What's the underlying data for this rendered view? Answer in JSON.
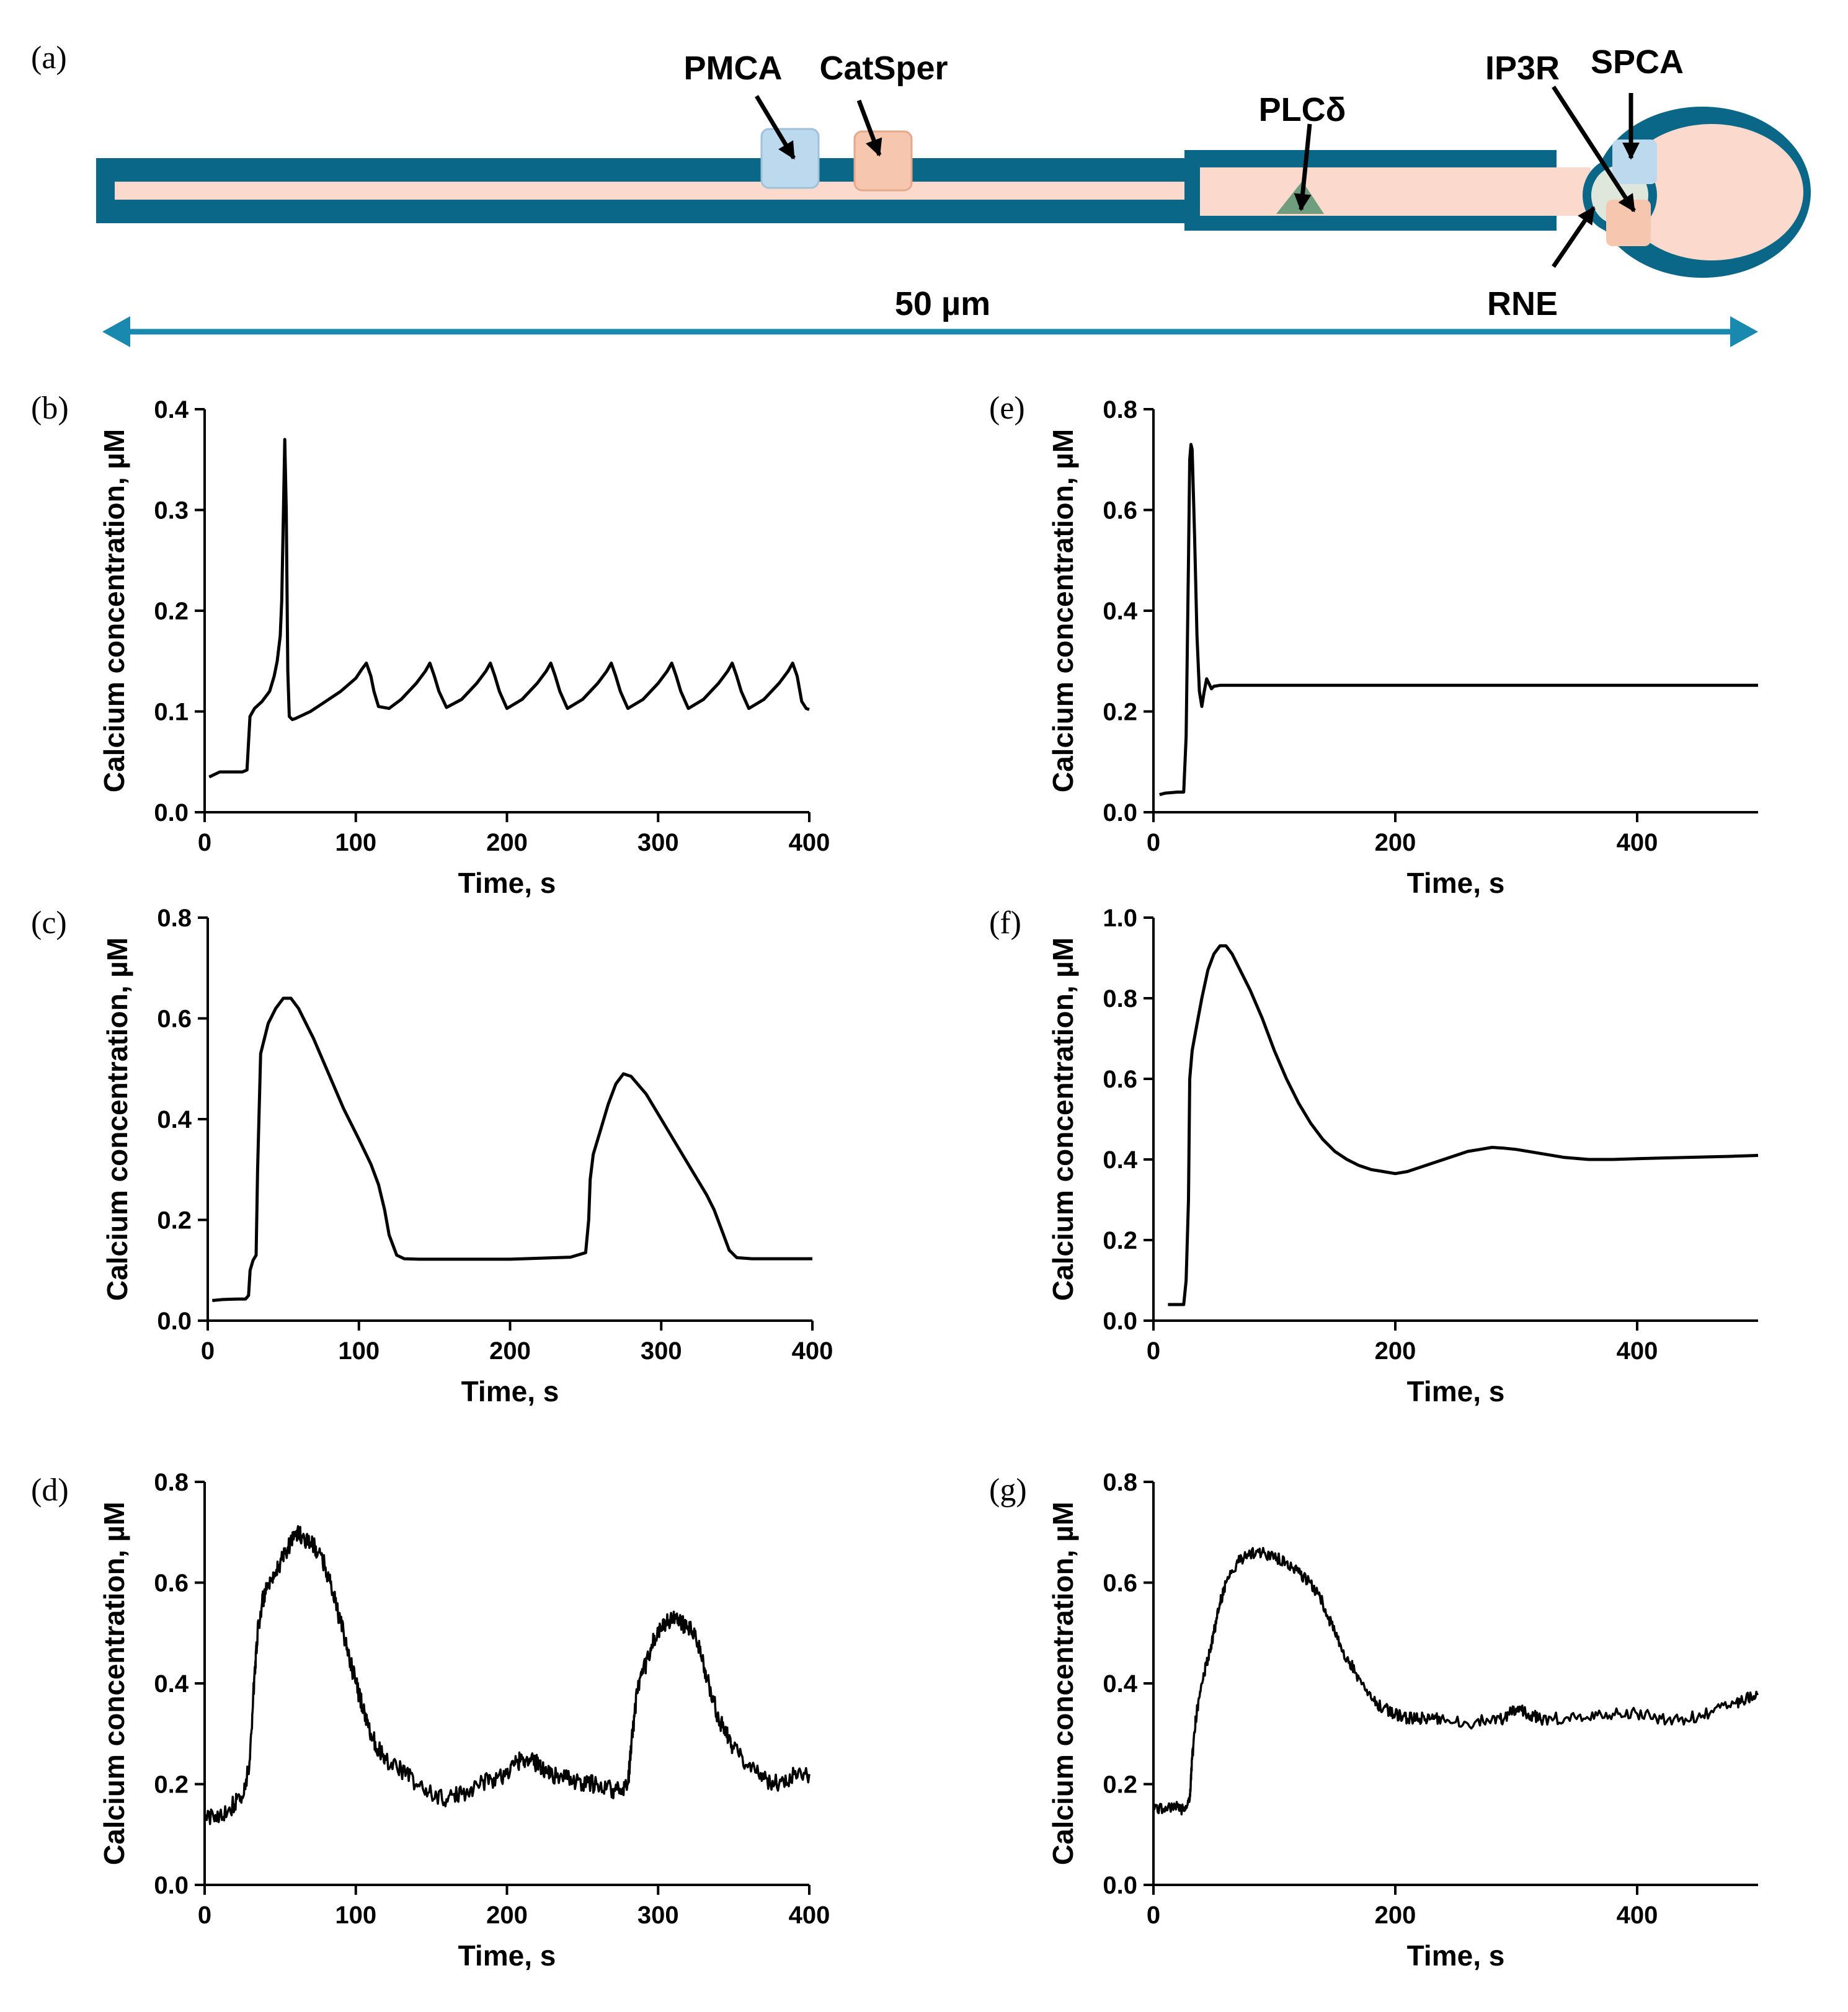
{
  "panel_letters": {
    "a": "(a)",
    "b": "(b)",
    "c": "(c)",
    "d": "(d)",
    "e": "(e)",
    "f": "(f)",
    "g": "(g)"
  },
  "diagram": {
    "labels": {
      "pmca": "PMCA",
      "catsper": "CatSper",
      "plc": "PLCδ",
      "ip3r": "IP3R",
      "spca": "SPCA",
      "rne": "RNE"
    },
    "scale_label": "50 µm",
    "colors": {
      "membrane": "#0b6787",
      "cytoplasm": "#fbd9cc",
      "pmca": "#bcd9ee",
      "catsper": "#f6c7ae",
      "plc": "#6f9e7f",
      "rne": "#dfe7dd",
      "arrow": "#1a89b0"
    }
  },
  "chart_data": [
    {
      "id": "b",
      "type": "line",
      "xlabel": "Time, s",
      "ylabel": "Calcium concentration, µM",
      "xlim": [
        0,
        400
      ],
      "ylim": [
        0,
        0.4
      ],
      "xticks": [
        0,
        100,
        200,
        300,
        400
      ],
      "yticks": [
        "0.0",
        "0.1",
        "0.2",
        "0.3",
        "0.4"
      ],
      "x": [
        3,
        10,
        20,
        25,
        28,
        30,
        33,
        38,
        43,
        46,
        48,
        50,
        51,
        52,
        53,
        54,
        55,
        56,
        58,
        60,
        70,
        80,
        90,
        100,
        104,
        107,
        110,
        112,
        115,
        122,
        130,
        140,
        146,
        149,
        152,
        155,
        160,
        170,
        180,
        186,
        189,
        192,
        195,
        200,
        210,
        220,
        226,
        229,
        232,
        235,
        240,
        250,
        260,
        266,
        269,
        272,
        275,
        280,
        290,
        300,
        306,
        309,
        312,
        315,
        320,
        330,
        340,
        346,
        349,
        352,
        355,
        360,
        370,
        380,
        386,
        389,
        392,
        395,
        398,
        400
      ],
      "y": [
        0.035,
        0.04,
        0.04,
        0.04,
        0.042,
        0.095,
        0.103,
        0.11,
        0.12,
        0.135,
        0.15,
        0.175,
        0.21,
        0.29,
        0.37,
        0.3,
        0.14,
        0.095,
        0.092,
        0.093,
        0.1,
        0.11,
        0.12,
        0.133,
        0.142,
        0.148,
        0.135,
        0.12,
        0.105,
        0.103,
        0.112,
        0.128,
        0.14,
        0.148,
        0.135,
        0.12,
        0.104,
        0.112,
        0.128,
        0.14,
        0.148,
        0.135,
        0.12,
        0.103,
        0.112,
        0.128,
        0.14,
        0.148,
        0.135,
        0.12,
        0.103,
        0.112,
        0.128,
        0.14,
        0.148,
        0.135,
        0.12,
        0.103,
        0.112,
        0.128,
        0.14,
        0.148,
        0.135,
        0.12,
        0.103,
        0.112,
        0.128,
        0.14,
        0.148,
        0.135,
        0.12,
        0.103,
        0.112,
        0.128,
        0.14,
        0.148,
        0.135,
        0.11,
        0.103,
        0.102
      ]
    },
    {
      "id": "c",
      "type": "line",
      "xlabel": "Time, s",
      "ylabel": "Calcium concentration, µM",
      "xlim": [
        0,
        400
      ],
      "ylim": [
        0,
        0.8
      ],
      "xticks": [
        0,
        100,
        200,
        300,
        400
      ],
      "yticks": [
        "0.0",
        "0.2",
        "0.4",
        "0.6",
        "0.8"
      ],
      "x": [
        3,
        10,
        20,
        25,
        27,
        28,
        30,
        32,
        33,
        35,
        40,
        45,
        50,
        55,
        60,
        70,
        80,
        90,
        100,
        108,
        113,
        117,
        120,
        125,
        130,
        140,
        160,
        200,
        240,
        250,
        252,
        253,
        255,
        260,
        265,
        270,
        275,
        280,
        290,
        300,
        310,
        320,
        330,
        335,
        340,
        345,
        350,
        360,
        380,
        400
      ],
      "y": [
        0.04,
        0.042,
        0.043,
        0.043,
        0.05,
        0.1,
        0.12,
        0.13,
        0.3,
        0.53,
        0.59,
        0.62,
        0.64,
        0.64,
        0.62,
        0.56,
        0.49,
        0.42,
        0.36,
        0.31,
        0.27,
        0.22,
        0.17,
        0.13,
        0.123,
        0.122,
        0.122,
        0.122,
        0.126,
        0.135,
        0.2,
        0.28,
        0.33,
        0.38,
        0.43,
        0.47,
        0.49,
        0.485,
        0.45,
        0.4,
        0.35,
        0.3,
        0.25,
        0.22,
        0.18,
        0.14,
        0.125,
        0.123,
        0.123,
        0.123
      ]
    },
    {
      "id": "d",
      "type": "line",
      "xlabel": "Time, s",
      "ylabel": "Calcium concentration, µM",
      "xlim": [
        0,
        400
      ],
      "ylim": [
        0,
        0.8
      ],
      "xticks": [
        0,
        100,
        200,
        300,
        400
      ],
      "yticks": [
        "0.0",
        "0.2",
        "0.4",
        "0.6",
        "0.8"
      ],
      "x": [
        0,
        10,
        20,
        26,
        30,
        33,
        35,
        38,
        40,
        45,
        50,
        55,
        60,
        65,
        70,
        75,
        80,
        85,
        90,
        95,
        100,
        105,
        110,
        115,
        120,
        130,
        140,
        150,
        160,
        170,
        180,
        190,
        200,
        205,
        210,
        215,
        220,
        225,
        230,
        240,
        250,
        260,
        270,
        275,
        280,
        283,
        286,
        290,
        295,
        300,
        305,
        310,
        315,
        320,
        325,
        330,
        335,
        340,
        345,
        350,
        360,
        370,
        380,
        390,
        400
      ],
      "y": [
        0.13,
        0.14,
        0.16,
        0.18,
        0.25,
        0.42,
        0.5,
        0.56,
        0.58,
        0.6,
        0.64,
        0.67,
        0.7,
        0.69,
        0.68,
        0.66,
        0.63,
        0.58,
        0.52,
        0.46,
        0.4,
        0.35,
        0.3,
        0.27,
        0.25,
        0.23,
        0.2,
        0.18,
        0.17,
        0.18,
        0.2,
        0.21,
        0.22,
        0.24,
        0.25,
        0.25,
        0.24,
        0.23,
        0.22,
        0.21,
        0.2,
        0.2,
        0.19,
        0.19,
        0.2,
        0.3,
        0.38,
        0.42,
        0.47,
        0.5,
        0.52,
        0.53,
        0.52,
        0.51,
        0.49,
        0.44,
        0.38,
        0.33,
        0.3,
        0.27,
        0.24,
        0.21,
        0.2,
        0.22,
        0.22
      ],
      "noise": 0.018
    },
    {
      "id": "e",
      "type": "line",
      "xlabel": "Time, s",
      "ylabel": "Calcium concentration, µM",
      "xlim": [
        0,
        500
      ],
      "ylim": [
        0,
        0.8
      ],
      "xticks": [
        0,
        200,
        400
      ],
      "yticks": [
        "0.0",
        "0.2",
        "0.4",
        "0.6",
        "0.8"
      ],
      "x": [
        5,
        10,
        20,
        25,
        27,
        29,
        30,
        31,
        32,
        34,
        36,
        38,
        40,
        42,
        44,
        46,
        48,
        50,
        55,
        60,
        80,
        100,
        200,
        300,
        400,
        500
      ],
      "y": [
        0.035,
        0.038,
        0.04,
        0.04,
        0.15,
        0.5,
        0.7,
        0.73,
        0.72,
        0.55,
        0.35,
        0.24,
        0.21,
        0.24,
        0.265,
        0.255,
        0.245,
        0.25,
        0.252,
        0.252,
        0.252,
        0.252,
        0.252,
        0.252,
        0.252,
        0.252
      ]
    },
    {
      "id": "f",
      "type": "line",
      "xlabel": "Time, s",
      "ylabel": "Calcium concentration, µM",
      "xlim": [
        0,
        500
      ],
      "ylim": [
        0,
        1.0
      ],
      "xticks": [
        0,
        200,
        400
      ],
      "yticks": [
        "0.0",
        "0.2",
        "0.4",
        "0.6",
        "0.8",
        "1.0"
      ],
      "x": [
        12,
        20,
        25,
        27,
        29,
        30,
        32,
        35,
        40,
        45,
        50,
        55,
        60,
        65,
        70,
        80,
        90,
        100,
        110,
        120,
        130,
        140,
        150,
        160,
        170,
        180,
        190,
        200,
        210,
        220,
        230,
        240,
        250,
        260,
        270,
        280,
        290,
        300,
        320,
        340,
        360,
        380,
        400,
        440,
        480,
        500
      ],
      "y": [
        0.04,
        0.04,
        0.04,
        0.1,
        0.3,
        0.6,
        0.67,
        0.72,
        0.8,
        0.87,
        0.91,
        0.93,
        0.93,
        0.91,
        0.88,
        0.82,
        0.75,
        0.67,
        0.6,
        0.54,
        0.49,
        0.45,
        0.42,
        0.4,
        0.385,
        0.375,
        0.37,
        0.365,
        0.37,
        0.38,
        0.39,
        0.4,
        0.41,
        0.42,
        0.425,
        0.43,
        0.428,
        0.425,
        0.415,
        0.405,
        0.4,
        0.4,
        0.402,
        0.405,
        0.408,
        0.41
      ]
    },
    {
      "id": "g",
      "type": "line",
      "xlabel": "Time, s",
      "ylabel": "Calcium concentration, µM",
      "xlim": [
        0,
        500
      ],
      "ylim": [
        0,
        0.8
      ],
      "xticks": [
        0,
        200,
        400
      ],
      "yticks": [
        "0.0",
        "0.2",
        "0.4",
        "0.6",
        "0.8"
      ],
      "x": [
        0,
        10,
        20,
        25,
        30,
        32,
        35,
        40,
        45,
        50,
        55,
        60,
        70,
        80,
        90,
        100,
        110,
        120,
        130,
        140,
        150,
        160,
        170,
        180,
        190,
        200,
        210,
        220,
        230,
        240,
        260,
        280,
        290,
        300,
        310,
        320,
        340,
        360,
        380,
        400,
        420,
        440,
        460,
        480,
        490,
        500
      ],
      "y": [
        0.15,
        0.155,
        0.155,
        0.15,
        0.17,
        0.25,
        0.33,
        0.4,
        0.45,
        0.5,
        0.56,
        0.6,
        0.64,
        0.66,
        0.66,
        0.65,
        0.64,
        0.62,
        0.6,
        0.56,
        0.5,
        0.45,
        0.41,
        0.37,
        0.35,
        0.34,
        0.33,
        0.33,
        0.33,
        0.33,
        0.32,
        0.33,
        0.33,
        0.35,
        0.34,
        0.33,
        0.33,
        0.33,
        0.34,
        0.34,
        0.33,
        0.33,
        0.34,
        0.36,
        0.37,
        0.38
      ],
      "noise": 0.012
    }
  ]
}
